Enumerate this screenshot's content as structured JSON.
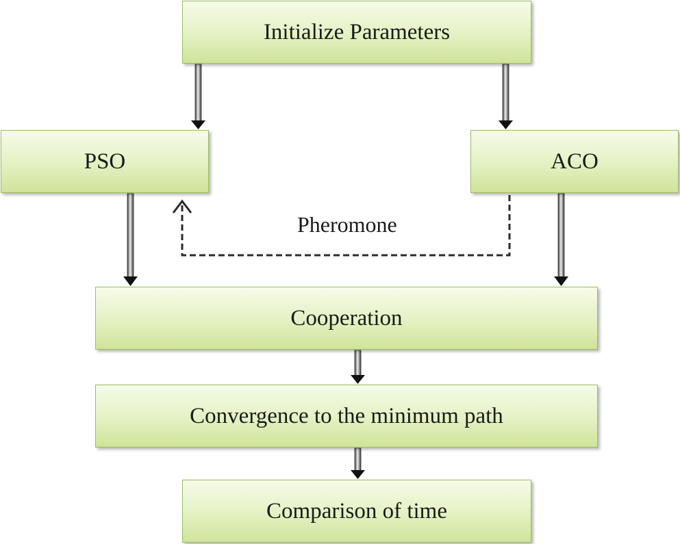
{
  "nodes": {
    "initialize": "Initialize Parameters",
    "pso": "PSO",
    "aco": "ACO",
    "cooperation": "Cooperation",
    "convergence": "Convergence to the minimum path",
    "comparison": "Comparison of time"
  },
  "edges": [
    {
      "from": "initialize",
      "to": "pso",
      "style": "solid"
    },
    {
      "from": "initialize",
      "to": "aco",
      "style": "solid"
    },
    {
      "from": "pso",
      "to": "cooperation",
      "style": "solid"
    },
    {
      "from": "aco",
      "to": "cooperation",
      "style": "solid"
    },
    {
      "from": "aco",
      "to": "pso",
      "style": "dashed",
      "label": "Pheromone"
    },
    {
      "from": "cooperation",
      "to": "convergence",
      "style": "solid"
    },
    {
      "from": "convergence",
      "to": "comparison",
      "style": "solid"
    }
  ],
  "labels": {
    "pheromone": "Pheromone"
  },
  "colors": {
    "box_fill_top": "#f6fbe9",
    "box_fill_bottom": "#cfe49a",
    "box_border": "#9dbb61",
    "arrow": "#222222"
  }
}
